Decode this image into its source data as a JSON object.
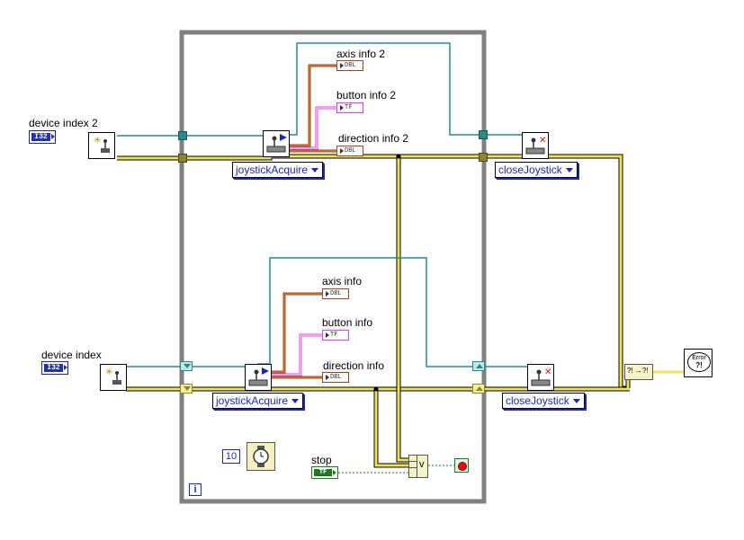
{
  "diagram": {
    "controls": {
      "device_index_2": {
        "label": "device index 2",
        "type": "I32"
      },
      "device_index": {
        "label": "device index",
        "type": "I32"
      }
    },
    "top_section": {
      "acquire_selector": "joystickAcquire",
      "close_selector": "closeJoystick",
      "indicators": {
        "axis": {
          "label": "axis info 2",
          "glyph": "DBL"
        },
        "button": {
          "label": "button info 2",
          "glyph": "TF"
        },
        "direction": {
          "label": "direction info 2",
          "glyph": "DBL"
        }
      }
    },
    "bottom_section": {
      "acquire_selector": "joystickAcquire",
      "close_selector": "closeJoystick",
      "indicators": {
        "axis": {
          "label": "axis info",
          "glyph": "DBL"
        },
        "button": {
          "label": "button info",
          "glyph": "TF"
        },
        "direction": {
          "label": "direction info",
          "glyph": "DBL"
        }
      }
    },
    "wait_constant": "10",
    "stop_control": {
      "label": "stop",
      "type": "TF"
    },
    "or_gate_symbol": "v",
    "loop_iteration": "i",
    "merge_errors_symbol": "?! →?!",
    "error_handler": {
      "line1": "Error",
      "line2": "?!"
    }
  }
}
